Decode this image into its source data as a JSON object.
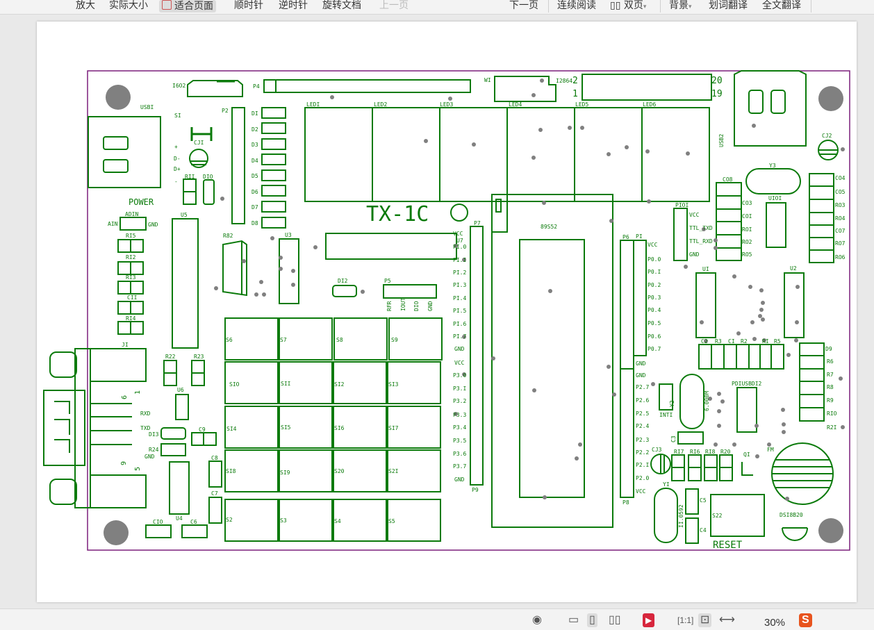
{
  "toolbar": {
    "zoom_in": "放大",
    "actual_size": "实际大小",
    "fit_page": "适合页面",
    "clockwise": "顺时针",
    "counterclockwise": "逆时针",
    "rotate_doc": "旋转文档",
    "prev_page": "上一页",
    "next_page": "下一页",
    "continuous": "连续阅读",
    "two_page": "双页",
    "background": "背景",
    "word_translate": "划词翻译",
    "full_translate": "全文翻译"
  },
  "status": {
    "zoom": "30%"
  },
  "pcb": {
    "title": "TX-1C",
    "power": "POWER",
    "reset": "RESET",
    "usb1": "USBI",
    "usb2": "USB2",
    "lcd1602": "I6O2",
    "lcd12864": "I2864",
    "mcu": "89S52",
    "p4": "P4",
    "p2": "P2",
    "p7": "P7",
    "p6": "P6",
    "p9": "P9",
    "p8": "P8",
    "p5": "P5",
    "pi": "PI",
    "pin1": "1",
    "pin2": "2",
    "pin19": "19",
    "pin20": "20",
    "si": "SI",
    "usb_pins": [
      "+",
      "D-",
      "D+",
      "-"
    ],
    "leds": [
      "LEDI",
      "LED2",
      "LED3",
      "LED4",
      "LED5",
      "LED6"
    ],
    "diodes": [
      "DI",
      "D2",
      "D3",
      "D4",
      "D5",
      "D6",
      "D7",
      "D8"
    ],
    "p1_pins": [
      "VCC",
      "PI.0",
      "PI.I",
      "PI.2",
      "PI.3",
      "PI.4",
      "PI.5",
      "PI.6",
      "PI.7",
      "GND"
    ],
    "p3_pins": [
      "VCC",
      "P3.0",
      "P3.I",
      "P3.2",
      "P3.3",
      "P3.4",
      "P3.5",
      "P3.6",
      "P3.7",
      "GND"
    ],
    "p0_pins": [
      "VCC",
      "P0.0",
      "P0.I",
      "P0.2",
      "P0.3",
      "P0.4",
      "P0.5",
      "P0.6",
      "P0.7",
      "GND"
    ],
    "p2_pins": [
      "GND",
      "P2.7",
      "P2.6",
      "P2.5",
      "P2.4",
      "P2.3",
      "P2.2",
      "P2.I",
      "P2.0",
      "VCC"
    ],
    "p5_pins": [
      "RFR",
      "IOUT",
      "DIO",
      "GND"
    ],
    "pl01_pins": [
      "VCC",
      "TTL_TXD",
      "TTL_RXD",
      "GND"
    ],
    "switches": [
      "S6",
      "S7",
      "S8",
      "S9",
      "SIO",
      "SII",
      "SI2",
      "SI3",
      "SI4",
      "SI5",
      "SI6",
      "SI7",
      "SI8",
      "SI9",
      "S20",
      "S2I",
      "S2",
      "S3",
      "S4",
      "S5"
    ],
    "right_caps": [
      "CO4",
      "CO5",
      "RO3",
      "RO4",
      "CO7",
      "RO7",
      "RO6"
    ],
    "mid_caps": [
      "CO3",
      "COI",
      "ROI",
      "RO2",
      "RO5"
    ],
    "right_res": [
      "D9",
      "R6",
      "R7",
      "R8",
      "R9",
      "RIO",
      "R2I"
    ],
    "left_res": [
      "RI5",
      "RI2",
      "RI3",
      "CII",
      "RI4"
    ],
    "misc": {
      "cj1": "CJI",
      "cj2": "CJ2",
      "cj3": "CJ3",
      "d10": "DIO",
      "r11": "RII",
      "adin": "ADIN",
      "ain": "AIN",
      "gnd": "GND",
      "u5": "U5",
      "r82": "R82",
      "u3": "U3",
      "u7": "U7",
      "di2": "DI2",
      "j1": "JI",
      "r22": "R22",
      "r23": "R23",
      "u6": "U6",
      "rxd": "RXD",
      "txd": "TXD",
      "di3": "DI3",
      "c9": "C9",
      "r24": "R24",
      "c8": "C8",
      "c7": "C7",
      "u4": "U4",
      "c10": "CIO",
      "c6": "C6",
      "wi": "WI",
      "y3": "Y3",
      "c08": "CO8",
      "pl01": "PIOI",
      "uio1": "UIOI",
      "u1": "UI",
      "u2": "U2",
      "c2": "C2",
      "r3": "R3",
      "ci": "CI",
      "r2": "R2",
      "r1": "RI",
      "r5": "R5",
      "pdiusbd12": "PDIUSBDI2",
      "int1": "INTI",
      "y2": "Y2",
      "xtal6": "6.000M",
      "c3": "C3",
      "r17": "RI7",
      "r16": "RI6",
      "r18": "RI8",
      "r20": "R20",
      "q1": "QI",
      "fm": "FM",
      "y1": "YI",
      "xtal11": "II.0592",
      "c5": "C5",
      "c4": "C4",
      "s22": "S22",
      "ds18b20": "DSI8B20",
      "num9": "9",
      "num5": "5",
      "num1": "1",
      "num6": "6"
    }
  }
}
